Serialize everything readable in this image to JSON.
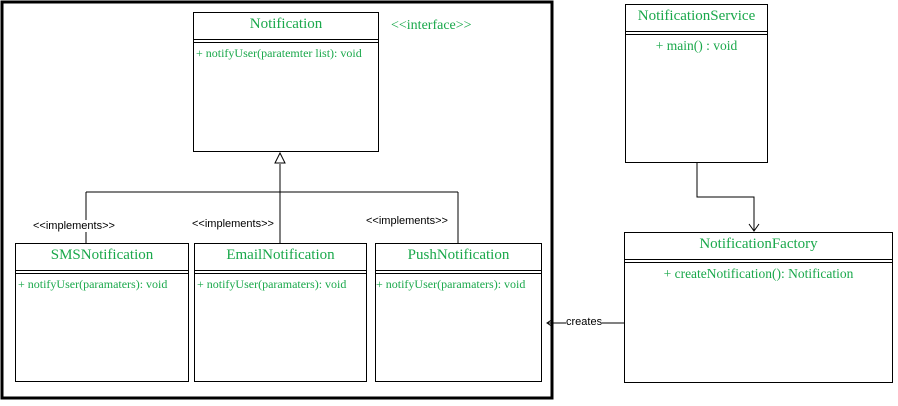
{
  "diagram": {
    "interface_class": {
      "name": "Notification",
      "stereotype": "<<interface>>",
      "operation": "+ notifyUser(paratemter list): void"
    },
    "sms_class": {
      "name": "SMSNotification",
      "operation": "+ notifyUser(paramaters): void"
    },
    "email_class": {
      "name": "EmailNotification",
      "operation": "+ notifyUser(paramaters): void"
    },
    "push_class": {
      "name": "PushNotification",
      "operation": "+ notifyUser(paramaters): void"
    },
    "service_class": {
      "name": "NotificationService",
      "operation": "+ main() : void"
    },
    "factory_class": {
      "name": "NotificationFactory",
      "operation": "+ createNotification(): Notification"
    },
    "relations": {
      "implements_sms": "<<implements>>",
      "implements_email": "<<implements>>",
      "implements_push": "<<implements>>",
      "creates": "creates"
    }
  },
  "colors": {
    "text_green": "#1aa84b",
    "line": "#000000"
  }
}
